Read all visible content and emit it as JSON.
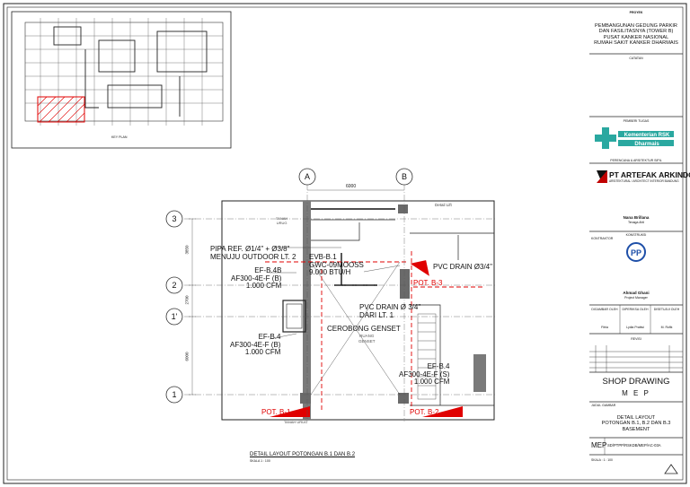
{
  "project": {
    "label": "PROYEK",
    "name_lines": [
      "PEMBANGUNAN GEDUNG PARKIR",
      "DAN FASILITASNYA (TOWER B)",
      "PUSAT KANKER NASIONAL",
      "RUMAH SAKIT KANKER DHARMAIS"
    ],
    "notes_label": "CATATAN",
    "owner_label": "PEMBERI TUGAS",
    "owner_logo": "Kementerian RSK Dharmais",
    "consultant_label": "PERENCANA & ARSITEKTUR SIPIL",
    "consultant_name": "PT ARTEFAK ARKINDO",
    "consultant_sub": "ARSITEKTURAL / ARCHITECT INTERIOR BANDUNG",
    "consultant_person": "Nana Brillana",
    "consultant_role": "Tenaga Ahli",
    "contractor_label": "KONTRAKTOR",
    "contractor_small": "KONSTRUKSI",
    "contractor_person": "Ahmad Ghani",
    "contractor_role": "Project Manager",
    "sign_labels": [
      "DIGAMBAR OLEH",
      "DIPERIKSA OLEH",
      "DISETUJUI OLEH"
    ],
    "sign_names": [
      "Fitria",
      "Lydia Pratiwi",
      "M. Rofik"
    ],
    "revisi_label": "REVISI",
    "drawing_type": "SHOP DRAWING",
    "discipline": "M E P",
    "title_label": "JUDUL GAMBAR",
    "title_lines": [
      "DETAIL LAYOUT",
      "POTONGAN B.1, B.2 DAN B.3",
      "BASEMENT"
    ],
    "code_prefix": "MEP",
    "code": "SD/PTPP/RSKDB/MEP/AC-03A",
    "scale_text": "SKALA : 1 : 100",
    "keyplan_label": "KEY PLAN"
  },
  "drawing": {
    "grid_cols": [
      "A",
      "B"
    ],
    "grid_rows": [
      "3",
      "2",
      "1'",
      "1"
    ],
    "dim_top": "6000",
    "dims_left": [
      "3850",
      "2700",
      "6000"
    ],
    "labels": {
      "pipa": [
        "PIPA REF. Ø1/4\" + Ø3/8\"",
        "MENUJU OUTDOOR LT. 2"
      ],
      "efb4b": [
        "EF-B.4B",
        "AF300-4E-F (B)",
        "1.000 CFM"
      ],
      "evb1": [
        "EVB-B.1",
        "GWC-09MOOSS",
        "9.000 BTU/H"
      ],
      "pvc_drain_34": "PVC DRAIN Ø3/4\"",
      "pvc_drain_dari": [
        "PVC DRAIN Ø 3/4\"",
        "DARI LT. 1"
      ],
      "cerobong": "CEROBONG GENSET",
      "efb4": [
        "EF-B.4",
        "AF300-4E-F (B)",
        "1.000 CFM"
      ],
      "efb4s": [
        "EF-B.4",
        "AF300-4E-F (S)",
        "1.000 CFM"
      ],
      "pot_b1": "POT. B-1",
      "pot_b2": "POT. B-2",
      "pot_b3": "POT. B-3",
      "tanah_urug": [
        "TANAH",
        "URUG"
      ],
      "detail_lift": "Detail Lift",
      "tanah_urug_bottom": "TANAH URUG",
      "ruang_genset": [
        "RUANG",
        "GENSET"
      ]
    },
    "caption": "DETAIL LAYOUT POTONGAN B.1 DAN B.2",
    "caption_scale": "SKALA 1 : 100"
  }
}
